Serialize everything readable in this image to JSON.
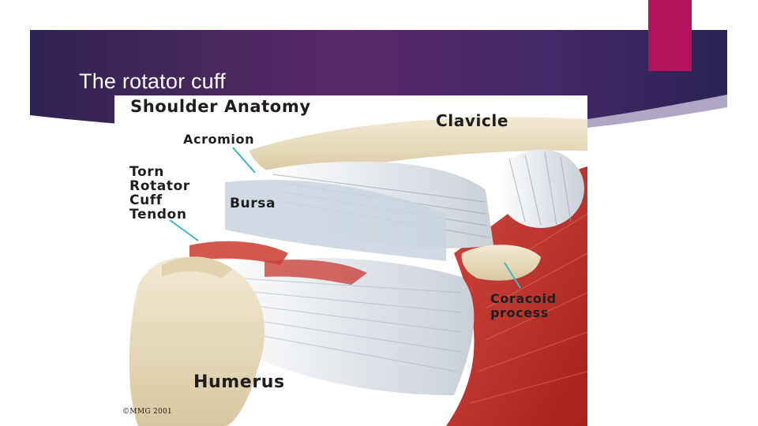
{
  "slide": {
    "title": "The rotator cuff"
  },
  "colors": {
    "banner_dark": "#2b2352",
    "banner_mid": "#5b2a66",
    "accent": "#b5125e",
    "bone": "#e9dcc0",
    "tendon": "#d7dde3",
    "muscle": "#c0302b"
  },
  "figure": {
    "heading": "Shoulder Anatomy",
    "labels": {
      "clavicle": "Clavicle",
      "acromion": "Acromion",
      "torn_tendon": "Torn\nRotator\nCuff\nTendon",
      "bursa": "Bursa",
      "coracoid": "Coracoid\nprocess",
      "humerus": "Humerus"
    },
    "copyright": "©MMG 2001"
  }
}
